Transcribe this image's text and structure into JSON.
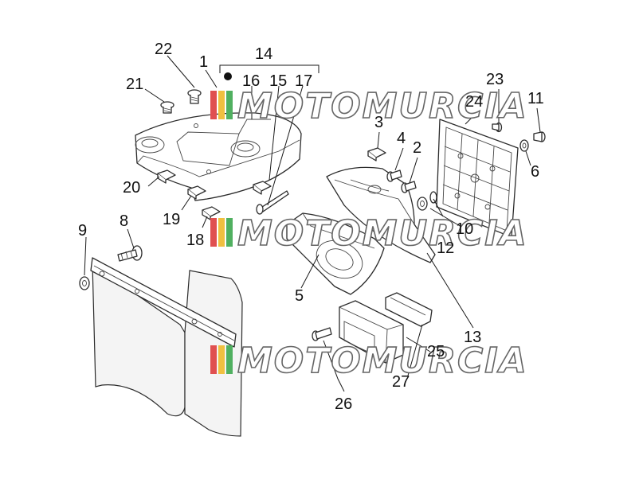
{
  "diagram": {
    "callouts": [
      {
        "id": "c1",
        "label": "1"
      },
      {
        "id": "c2",
        "label": "2"
      },
      {
        "id": "c3",
        "label": "3"
      },
      {
        "id": "c4",
        "label": "4"
      },
      {
        "id": "c5",
        "label": "5"
      },
      {
        "id": "c6",
        "label": "6"
      },
      {
        "id": "c8",
        "label": "8"
      },
      {
        "id": "c9",
        "label": "9"
      },
      {
        "id": "c10",
        "label": "10"
      },
      {
        "id": "c11",
        "label": "11"
      },
      {
        "id": "c12",
        "label": "12"
      },
      {
        "id": "c13",
        "label": "13"
      },
      {
        "id": "c14",
        "label": "14"
      },
      {
        "id": "c15",
        "label": "15"
      },
      {
        "id": "c16",
        "label": "16"
      },
      {
        "id": "c17",
        "label": "17"
      },
      {
        "id": "c18",
        "label": "18"
      },
      {
        "id": "c19",
        "label": "19"
      },
      {
        "id": "c20",
        "label": "20"
      },
      {
        "id": "c21",
        "label": "21"
      },
      {
        "id": "c22",
        "label": "22"
      },
      {
        "id": "c23",
        "label": "23"
      },
      {
        "id": "c24",
        "label": "24"
      },
      {
        "id": "c25",
        "label": "25"
      },
      {
        "id": "c26",
        "label": "26"
      },
      {
        "id": "c27",
        "label": "27"
      }
    ]
  },
  "watermark": {
    "text": "MOTOMURCIA",
    "stripe_colors": [
      "#e05050",
      "#f0c040",
      "#50b060"
    ]
  }
}
